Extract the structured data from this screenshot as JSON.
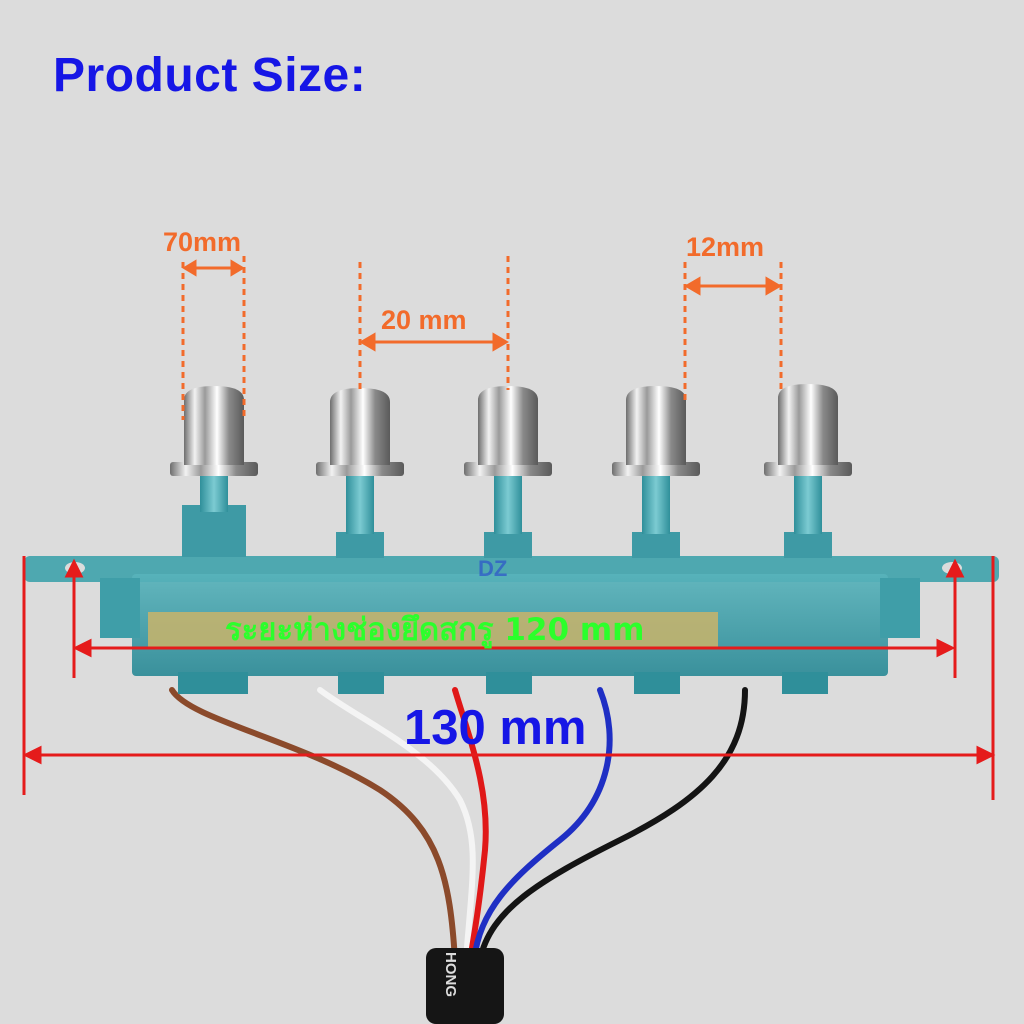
{
  "header": {
    "title": "Product Size:"
  },
  "dimensions": {
    "button_width": "70mm",
    "button_spacing": "20 mm",
    "stem_spacing": "12mm",
    "mounting_hole_spacing": "ระยะห่างช่องยึดสกรู 120 mm",
    "total_length": "130 mm"
  },
  "product": {
    "watermark": "DZ",
    "cable_brand": "HONG",
    "button_count": 5,
    "wire_colors": [
      "#8b4a2b",
      "#f4f4f4",
      "#e01818",
      "#1f2fc4",
      "#141414"
    ]
  },
  "colors": {
    "title": "#1616e6",
    "dimension_orange": "#f26b2b",
    "dimension_green": "#2bff2b",
    "dimension_red": "#e51b1b",
    "housing": "#3fa6b0"
  }
}
